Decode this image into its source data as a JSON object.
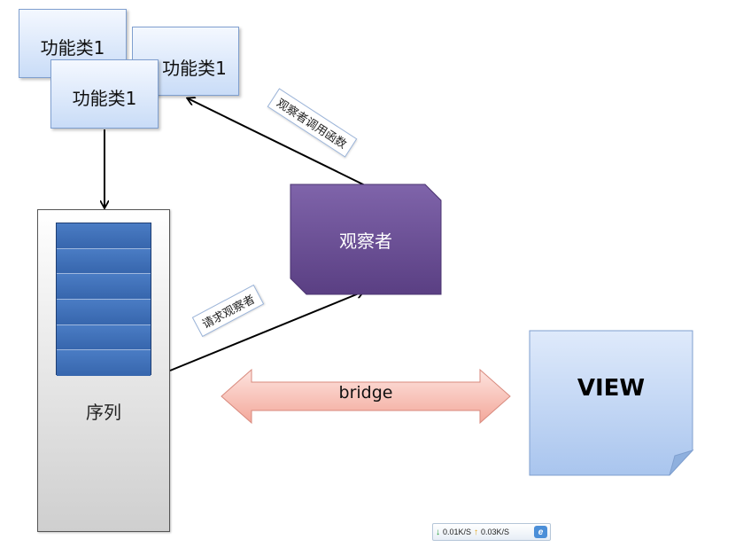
{
  "functions": [
    {
      "label": "功能类1"
    },
    {
      "label": "功能类1"
    },
    {
      "label": "功能类1"
    }
  ],
  "queue": {
    "label": "序列",
    "cells": 6
  },
  "observer": {
    "label": "观察者"
  },
  "arrows": {
    "call_label": "观察者调用函数",
    "request_label": "请求观察者"
  },
  "bridge": {
    "label": "bridge"
  },
  "view": {
    "label": "VIEW"
  },
  "status": {
    "download_icon": "down-arrow-icon",
    "download": "0.01K/S",
    "upload_icon": "up-arrow-icon",
    "upload": "0.03K/S",
    "browser_icon": "ie-icon",
    "browser_glyph": "e"
  },
  "colors": {
    "function_box": "#c9dcf7",
    "queue_cells": "#3e6eb4",
    "observer": "#6b4f94",
    "bridge": "#f7b5aa",
    "view": "#b4cdf0"
  }
}
